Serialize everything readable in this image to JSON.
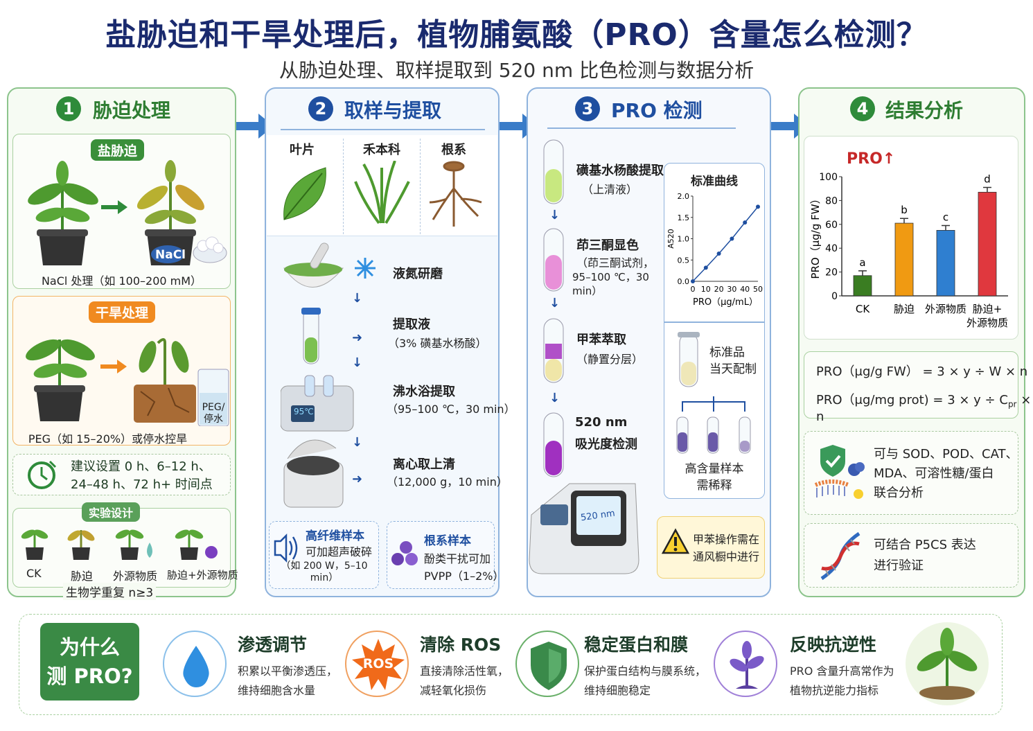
{
  "title": "盐胁迫和干旱处理后，植物脯氨酸（PRO）含量怎么检测？",
  "subtitle": "从胁迫处理、取样提取到 520 nm 比色检测与数据分析",
  "colors": {
    "title": "#1a2a6e",
    "green": "#2e7d32",
    "blue": "#1f4fa0",
    "orange": "#f08a20",
    "red": "#c62828"
  },
  "panel1": {
    "number": "1",
    "heading": "胁迫处理",
    "salt": {
      "badge": "盐胁迫",
      "pot_label": "NaCl",
      "caption": "NaCl 处理（如 100–200 mM）"
    },
    "drought": {
      "badge": "干旱处理",
      "beaker_label_1": "PEG/",
      "beaker_label_2": "停水",
      "caption": "PEG（如 15–20%）或停水控旱"
    },
    "time": {
      "icon": "clock-icon",
      "line1": "建议设置  0 h、6–12 h、",
      "line2": "24–48 h、72 h+  时间点"
    },
    "design": {
      "badge": "实验设计",
      "groups": [
        "CK",
        "胁迫",
        "外源物质",
        "胁迫+外源物质"
      ],
      "replicates": "生物学重复  n≥3"
    }
  },
  "panel2": {
    "number": "2",
    "heading": "取样与提取",
    "samples": [
      "叶片",
      "禾本科",
      "根系"
    ],
    "steps": [
      {
        "title": "液氮研磨",
        "detail": ""
      },
      {
        "title": "提取液",
        "detail": "（3% 磺基水杨酸）"
      },
      {
        "title": "沸水浴提取",
        "detail": "（95–100 ℃，30 min）"
      },
      {
        "title": "离心取上清",
        "detail": "（12,000 g，10 min）"
      }
    ],
    "bath_display": "95℃",
    "tip_fiber": {
      "title": "高纤维样本",
      "line1": "可加超声破碎",
      "line2": "（如 200 W，5–10 min）"
    },
    "tip_root": {
      "title": "根系样本",
      "line1": "酚类干扰可加",
      "line2": "PVPP（1–2%）"
    }
  },
  "panel3": {
    "number": "3",
    "heading": "PRO 检测",
    "steps": [
      {
        "title": "磺基水杨酸提取",
        "lines": [
          "（上清液）"
        ]
      },
      {
        "title": "茚三酮显色",
        "lines": [
          "（茚三酮试剂，",
          "95–100 ℃，30 min）"
        ]
      },
      {
        "title": "甲苯萃取",
        "lines": [
          "（静置分层）"
        ]
      },
      {
        "title": "520 nm",
        "lines": [
          "吸光度检测"
        ]
      }
    ],
    "screen": "520 nm",
    "standard_note": {
      "line1": "标准品",
      "line2": "当天配制"
    },
    "dilute_note": {
      "line1": "高含量样本",
      "line2": "需稀释"
    },
    "warning": {
      "line1": "甲苯操作需在",
      "line2": "通风橱中进行"
    }
  },
  "panel4": {
    "number": "4",
    "heading": "结果分析",
    "formula1": "PRO（μg/g FW） = 3 × y ÷ W × n",
    "formula2_pre": "PRO（μg/mg prot) = 3 × y ÷ C",
    "formula2_sub": "pr",
    "formula2_post": " × n",
    "combine": {
      "line1": "可与 SOD、POD、CAT、",
      "line2": "MDA、可溶性糖/蛋白",
      "line3": "联合分析"
    },
    "p5cs": {
      "line1": "可结合 P5CS 表达",
      "line2": "进行验证"
    }
  },
  "chart_data": [
    {
      "type": "line",
      "title": "标准曲线",
      "xlabel": "PRO（μg/mL）",
      "ylabel": "A520",
      "x": [
        0,
        10,
        20,
        30,
        40,
        50
      ],
      "y": [
        0.0,
        0.32,
        0.65,
        1.0,
        1.38,
        1.75
      ],
      "xlim": [
        0,
        50
      ],
      "ylim": [
        0,
        2.0
      ],
      "xticks": [
        "0",
        "10",
        "20",
        "30",
        "40",
        "50"
      ],
      "yticks": [
        "0.0",
        "0.5",
        "1.0",
        "1.5",
        "2.0"
      ],
      "color": "#1f4fa0"
    },
    {
      "type": "bar",
      "title": "PRO↑",
      "ylabel": "PRO（μg/g FW）",
      "ylim": [
        0,
        100
      ],
      "yticks": [
        "0",
        "20",
        "40",
        "60",
        "80",
        "100"
      ],
      "categories": [
        "CK",
        "胁迫",
        "外源物质",
        "胁迫+外源物质"
      ],
      "category_lines": [
        [
          "CK"
        ],
        [
          "胁迫"
        ],
        [
          "外源物质"
        ],
        [
          "胁迫+",
          "外源物质"
        ]
      ],
      "values": [
        17,
        61,
        55,
        87
      ],
      "errors": [
        4,
        4,
        4,
        4
      ],
      "letters": [
        "a",
        "b",
        "c",
        "d"
      ],
      "colors": [
        "#3a7d22",
        "#f09a12",
        "#2f7fd0",
        "#e0383e"
      ]
    }
  ],
  "why": {
    "label_line1": "为什么",
    "label_line2": "测 PRO?",
    "items": [
      {
        "icon": "water-drop-icon",
        "title": "渗透调节",
        "line1": "积累以平衡渗透压，",
        "line2": "维持细胞含水量"
      },
      {
        "icon": "ros-burst-icon",
        "icon_text": "ROS",
        "title": "清除 ROS",
        "line1": "直接清除活性氧，",
        "line2": "减轻氧化损伤"
      },
      {
        "icon": "shield-icon",
        "title": "稳定蛋白和膜",
        "line1": "保护蛋白结构与膜系统，",
        "line2": "维持细胞稳定"
      },
      {
        "icon": "sprout-icon",
        "title": "反映抗逆性",
        "line1": "PRO 含量升高常作为",
        "line2": "植物抗逆能力指标"
      }
    ]
  }
}
